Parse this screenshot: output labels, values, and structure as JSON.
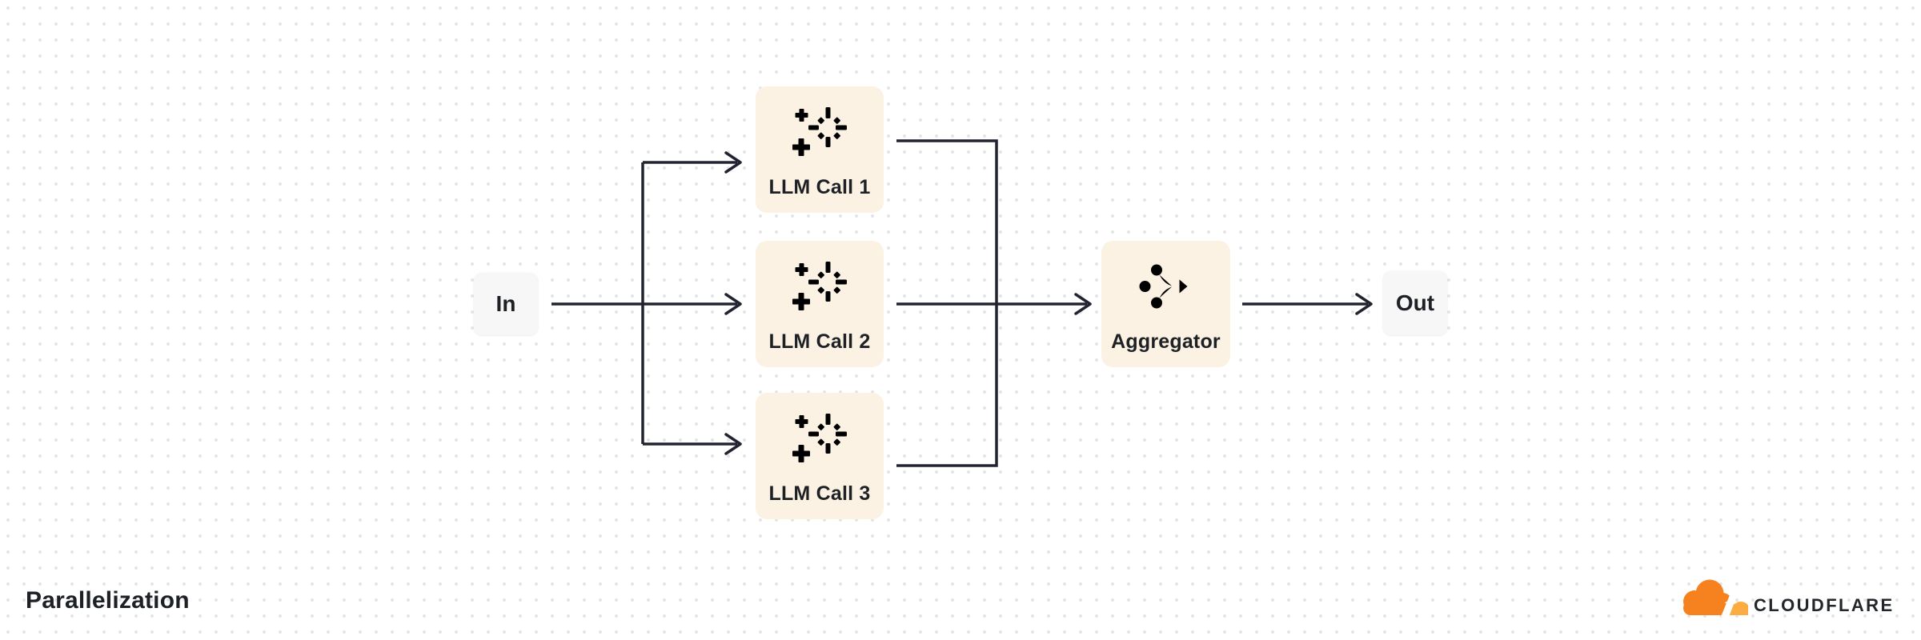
{
  "title": "Parallelization",
  "brand": {
    "wordmark": "CLOUDFLARE"
  },
  "diagram": {
    "input": {
      "label": "In"
    },
    "output": {
      "label": "Out"
    },
    "llm_calls": [
      {
        "label": "LLM Call 1",
        "icon": "sparkle-burst-icon"
      },
      {
        "label": "LLM Call 2",
        "icon": "sparkle-burst-icon"
      },
      {
        "label": "LLM Call 3",
        "icon": "sparkle-burst-icon"
      }
    ],
    "aggregator": {
      "label": "Aggregator",
      "icon": "merge-arrow-icon"
    }
  },
  "colors": {
    "accent_orange": "#F6821F",
    "accent_orange_light": "#FBAD41",
    "node_fill_cream": "#FBF2E3",
    "node_fill_gray": "#F7F7F8",
    "connector": "#212430",
    "text_dark": "#1D2025",
    "background": "#FFFFFF",
    "dot_grid": "#E4E4E6"
  }
}
